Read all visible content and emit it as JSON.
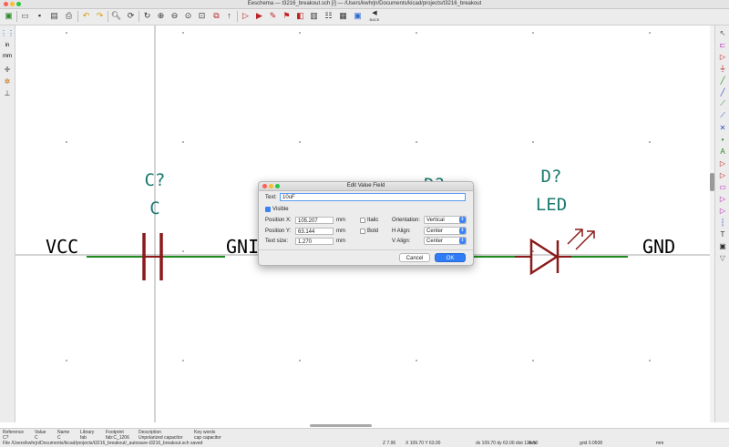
{
  "window": {
    "title": "Eeschema — t3216_breakout.sch [/] — /Users/kwhrjn/Documents/kicad/projects/t3216_breakout"
  },
  "toolbar": {
    "back_label": "BACK"
  },
  "left_toolbar": {
    "inch_label": "in",
    "mm_label": "mm"
  },
  "schematic": {
    "capacitor": {
      "ref": "C?",
      "value": "C",
      "net_left": "VCC",
      "net_right": "GNI"
    },
    "diode_partial_ref": "D?",
    "diode": {
      "ref": "D?",
      "value": "LED",
      "net_right": "GND"
    },
    "colors": {
      "wire": "#1f8a1f",
      "component": "#8b1a1a",
      "text": "#1a7a6e",
      "net_label": "#000000"
    }
  },
  "right_toolbar": {
    "text_tool": "T"
  },
  "dialog": {
    "title": "Edit Value Field",
    "text_label": "Text:",
    "text_value": "10uF",
    "visible_label": "Visible",
    "visible_checked": true,
    "pos_x_label": "Position X:",
    "pos_x_value": "105.207",
    "pos_y_label": "Position Y:",
    "pos_y_value": "63.144",
    "size_label": "Text size:",
    "size_value": "1.270",
    "unit": "mm",
    "italic_label": "Italic",
    "bold_label": "Bold",
    "orientation_label": "Orientation:",
    "orientation_value": "Vertical",
    "halign_label": "H Align:",
    "halign_value": "Center",
    "valign_label": "V Align:",
    "valign_value": "Center",
    "cancel_label": "Cancel",
    "ok_label": "OK"
  },
  "message_panel": {
    "headers": [
      "Reference",
      "Value",
      "Name",
      "Library",
      "Footprint",
      "Description",
      "Key words"
    ],
    "values": [
      "C?",
      "C",
      "C",
      "fab",
      "fab:C_1206",
      "Unpolarized capacitor",
      "cap capacitor"
    ],
    "status_file": "File /Users/kwhrjn/Documents/kicad/projects/t3216_breakout/_autosave-t3216_breakout.sch saved",
    "zoom": "Z 7.96",
    "coords": "X 109.70  Y 63.00",
    "delta": "dx 109.70  dy 63.00  dist 126.50",
    "units": "mm",
    "grid": "grid 0.0508",
    "units2": "mm"
  }
}
